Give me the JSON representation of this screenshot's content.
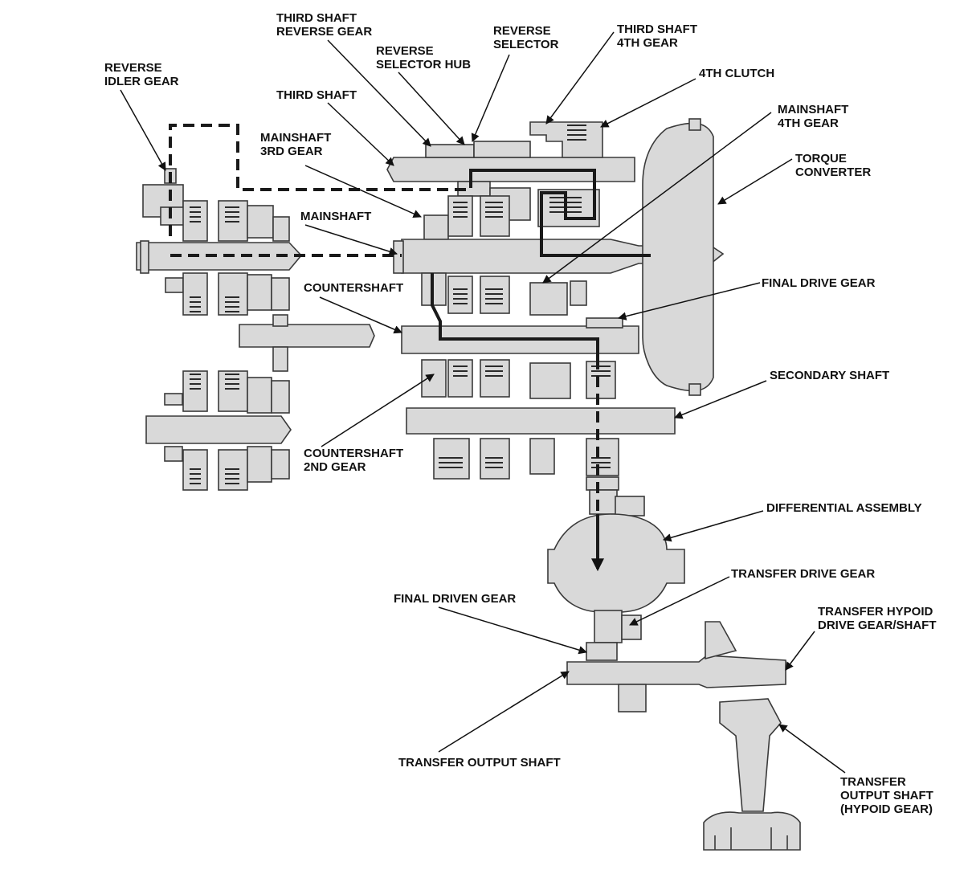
{
  "labels": {
    "reverse_idler_gear": [
      "REVERSE",
      "IDLER GEAR"
    ],
    "third_shaft_reverse_gear": [
      "THIRD SHAFT",
      "REVERSE GEAR"
    ],
    "reverse_selector_hub": [
      "REVERSE",
      "SELECTOR HUB"
    ],
    "reverse_selector": [
      "REVERSE",
      "SELECTOR"
    ],
    "third_shaft_4th_gear": [
      "THIRD SHAFT",
      "4TH GEAR"
    ],
    "fourth_clutch": [
      "4TH CLUTCH"
    ],
    "third_shaft": [
      "THIRD SHAFT"
    ],
    "mainshaft_3rd_gear": [
      "MAINSHAFT",
      "3RD GEAR"
    ],
    "mainshaft_4th_gear": [
      "MAINSHAFT",
      "4TH GEAR"
    ],
    "torque_converter": [
      "TORQUE",
      "CONVERTER"
    ],
    "mainshaft": [
      "MAINSHAFT"
    ],
    "countershaft": [
      "COUNTERSHAFT"
    ],
    "final_drive_gear": [
      "FINAL DRIVE GEAR"
    ],
    "secondary_shaft": [
      "SECONDARY SHAFT"
    ],
    "countershaft_2nd_gear": [
      "COUNTERSHAFT",
      "2ND GEAR"
    ],
    "differential_assembly": [
      "DIFFERENTIAL ASSEMBLY"
    ],
    "transfer_drive_gear": [
      "TRANSFER DRIVE GEAR"
    ],
    "final_driven_gear": [
      "FINAL DRIVEN GEAR"
    ],
    "transfer_hypoid_drive_gear_shaft": [
      "TRANSFER HYPOID",
      "DRIVE GEAR/SHAFT"
    ],
    "transfer_output_shaft": [
      "TRANSFER OUTPUT SHAFT"
    ],
    "transfer_output_shaft_hypoid_gear": [
      "TRANSFER",
      "OUTPUT SHAFT",
      "(HYPOID GEAR)"
    ]
  },
  "colors": {
    "part_fill": "#d9d9d9",
    "outline": "#3a3a3a",
    "power_flow": "#1a1a1a"
  }
}
